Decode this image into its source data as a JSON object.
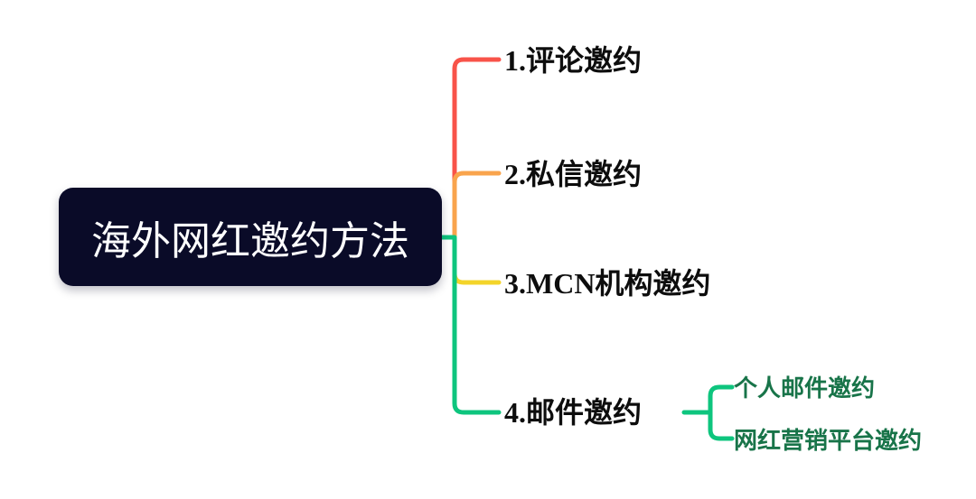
{
  "root": {
    "label": "海外网红邀约方法",
    "bg_color": "#0a0b28",
    "text_color": "#ffffff"
  },
  "branches": [
    {
      "label": "1.评论邀约",
      "color": "#f85349"
    },
    {
      "label": "2.私信邀约",
      "color": "#f9a44d"
    },
    {
      "label": "3.MCN机构邀约",
      "color": "#f3d42a"
    },
    {
      "label": "4.邮件邀约",
      "color": "#0ec57e",
      "children": [
        {
          "label": "个人邮件邀约",
          "text_color": "#187449"
        },
        {
          "label": "网红营销平台邀约",
          "text_color": "#187449"
        }
      ]
    }
  ],
  "branch_text_color": "#0d0d0d"
}
